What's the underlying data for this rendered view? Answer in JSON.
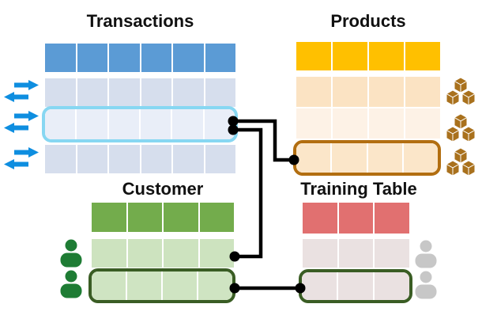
{
  "diagram": {
    "tables": {
      "transactions": {
        "title": "Transactions",
        "columns": 6,
        "data_rows": 3,
        "highlighted_row": 2
      },
      "products": {
        "title": "Products",
        "columns": 4,
        "data_rows": 3,
        "highlighted_row": 3
      },
      "customer": {
        "title": "Customer",
        "columns": 4,
        "data_rows": 2,
        "highlighted_row": 2
      },
      "training": {
        "title": "Training Table",
        "columns": 3,
        "data_rows": 2,
        "highlighted_row": 2
      }
    },
    "icons": {
      "transactions_left": "transfer-arrows-icon",
      "products_right": "cube-stack-icon",
      "customer_left": "person-icon",
      "training_right": "person-icon"
    },
    "connections": [
      "transactions-highlighted-row to products-highlighted-row",
      "transactions-highlighted-row to customer-row-1",
      "customer-highlighted-row to training-highlighted-row"
    ]
  },
  "colors": {
    "transHeader": "#5B9BD5",
    "transRow": "#D6DEED",
    "transHlFill": "#E9EEF8",
    "transHlBorder": "#87D7F2",
    "prodHeader": "#FFC000",
    "prodRow1": "#FBE3C3",
    "prodRow2": "#FDF2E6",
    "prodHlFill": "#FBE6C9",
    "prodHlBorder": "#B26E10",
    "custHeader": "#73AC4C",
    "custRow": "#CDE3BF",
    "custHlFill": "#CFE4C2",
    "custHlBorder": "#3A5D24",
    "trainHeader": "#E17070",
    "trainRow": "#EAE1E1",
    "trainHlFill": "#EAE1E1",
    "trainHlBorder": "#3A5D24",
    "arrowBlue": "#0E8EE0",
    "personGreen": "#1E7C34",
    "personGray": "#C7C7C7",
    "cubeBrown": "#A9711D",
    "connector": "#000000"
  }
}
